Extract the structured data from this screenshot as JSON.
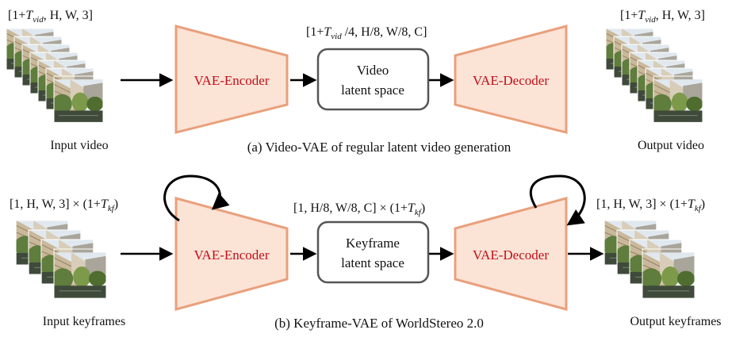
{
  "colors": {
    "vae_fill": "#fbe3d6",
    "vae_stroke": "#e9a07c",
    "vae_text": "#c0101a",
    "latent_stroke": "#555555",
    "arrow": "#000000"
  },
  "top": {
    "input_shape": {
      "prefix": "[1+",
      "var": "T",
      "sub": "vid",
      "suffix": ", H, W, 3]"
    },
    "input_caption": "Input video",
    "encoder_label": "VAE-Encoder",
    "latent_shape": {
      "prefix": "[1+",
      "var": "T",
      "sub": "vid",
      "suffix": " /4, H/8, W/8, C]"
    },
    "latent_line1": "Video",
    "latent_line2": "latent space",
    "decoder_label": "VAE-Decoder",
    "output_shape": {
      "prefix": "[1+",
      "var": "T",
      "sub": "vid",
      "suffix": ", H, W, 3]"
    },
    "output_caption": "Output video",
    "caption": "(a) Video-VAE of regular latent video generation"
  },
  "bottom": {
    "input_shape": {
      "prefix": "[1, H, W, 3] × (1+",
      "var": "T",
      "sub": "kf",
      "suffix": ")"
    },
    "input_caption": "Input keyframes",
    "encoder_label": "VAE-Encoder",
    "latent_shape": {
      "prefix": "[1, H/8, W/8, C] × (1+",
      "var": "T",
      "sub": "kf",
      "suffix": ")"
    },
    "latent_line1": "Keyframe",
    "latent_line2": "latent space",
    "decoder_label": "VAE-Decoder",
    "output_shape": {
      "prefix": "[1, H, W, 3] × (1+",
      "var": "T",
      "sub": "kf",
      "suffix": ")"
    },
    "output_caption": "Output keyframes",
    "caption": "(b) Keyframe-VAE of WorldStereo 2.0"
  }
}
